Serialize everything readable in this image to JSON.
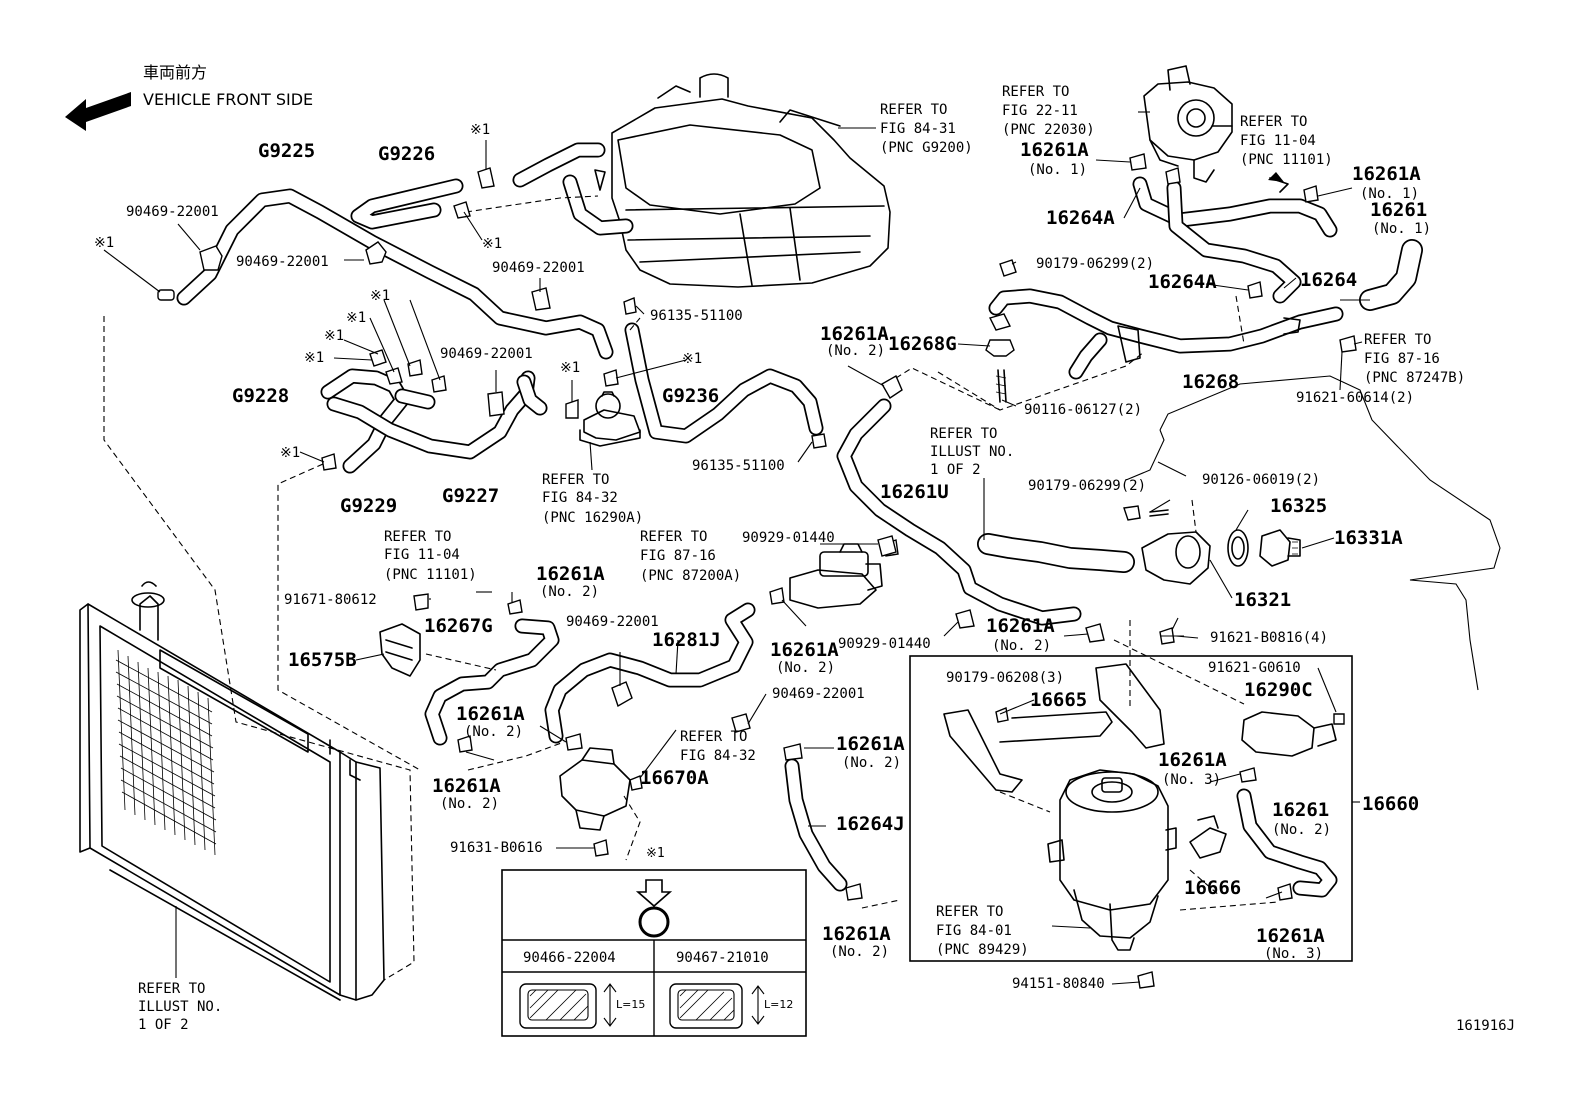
{
  "header": {
    "orientation_jp": "車両前方",
    "orientation_en": "VEHICLE FRONT SIDE"
  },
  "figure_id": "161916J",
  "callouts": [
    {
      "id": "g9225",
      "text": "G9225",
      "style": "b"
    },
    {
      "id": "g9226",
      "text": "G9226",
      "style": "b"
    },
    {
      "id": "g9228",
      "text": "G9228",
      "style": "b"
    },
    {
      "id": "g9229",
      "text": "G9229",
      "style": "b"
    },
    {
      "id": "g9227",
      "text": "G9227",
      "style": "b"
    },
    {
      "id": "g9236",
      "text": "G9236",
      "style": "b"
    },
    {
      "id": "p90469-1",
      "text": "90469-22001",
      "style": "n"
    },
    {
      "id": "p90469-2",
      "text": "90469-22001",
      "style": "n"
    },
    {
      "id": "p90469-3",
      "text": "90469-22001",
      "style": "n"
    },
    {
      "id": "p90469-4",
      "text": "90469-22001",
      "style": "n"
    },
    {
      "id": "p90469-5",
      "text": "90469-22001",
      "style": "n"
    },
    {
      "id": "p90469-6",
      "text": "90469-22001",
      "style": "n"
    },
    {
      "id": "mark1-a",
      "text": "※1",
      "style": "n"
    },
    {
      "id": "mark1-b",
      "text": "※1",
      "style": "n"
    },
    {
      "id": "mark1-c",
      "text": "※1",
      "style": "n"
    },
    {
      "id": "mark1-d",
      "text": "※1",
      "style": "n"
    },
    {
      "id": "mark1-e",
      "text": "※1",
      "style": "n"
    },
    {
      "id": "mark1-f",
      "text": "※1",
      "style": "n"
    },
    {
      "id": "mark1-g",
      "text": "※1",
      "style": "n"
    },
    {
      "id": "mark1-h",
      "text": "※1",
      "style": "n"
    },
    {
      "id": "mark1-i",
      "text": "※1",
      "style": "n"
    },
    {
      "id": "mark1-j",
      "text": "※1",
      "style": "n"
    },
    {
      "id": "mark1-k",
      "text": "※1",
      "style": "n"
    },
    {
      "id": "p96135-1",
      "text": "96135-51100",
      "style": "n"
    },
    {
      "id": "p96135-2",
      "text": "96135-51100",
      "style": "n"
    },
    {
      "id": "ref84-31-a",
      "text": "REFER TO",
      "style": "n"
    },
    {
      "id": "ref84-31-b",
      "text": "FIG 84-31",
      "style": "n"
    },
    {
      "id": "ref84-31-c",
      "text": "(PNC G9200)",
      "style": "n"
    },
    {
      "id": "ref22-11-a",
      "text": "REFER TO",
      "style": "n"
    },
    {
      "id": "ref22-11-b",
      "text": "FIG 22-11",
      "style": "n"
    },
    {
      "id": "ref22-11-c",
      "text": "(PNC 22030)",
      "style": "n"
    },
    {
      "id": "ref11-04r-a",
      "text": "REFER TO",
      "style": "n"
    },
    {
      "id": "ref11-04r-b",
      "text": "FIG 11-04",
      "style": "n"
    },
    {
      "id": "ref11-04r-c",
      "text": "(PNC 11101)",
      "style": "n"
    },
    {
      "id": "p16261a-tr1",
      "text": "16261A",
      "style": "b"
    },
    {
      "id": "p16261a-tr1-no",
      "text": "(No. 1)",
      "style": "n"
    },
    {
      "id": "p16261a-tr2",
      "text": "16261A",
      "style": "b"
    },
    {
      "id": "p16261a-tr2-no",
      "text": "(No. 1)",
      "style": "n"
    },
    {
      "id": "p16261-no1",
      "text": "16261",
      "style": "b"
    },
    {
      "id": "p16261-no1-no",
      "text": "(No. 1)",
      "style": "n"
    },
    {
      "id": "p16264a-1",
      "text": "16264A",
      "style": "b"
    },
    {
      "id": "p16264a-2",
      "text": "16264A",
      "style": "b"
    },
    {
      "id": "p16264",
      "text": "16264",
      "style": "b"
    },
    {
      "id": "p90179-1",
      "text": "90179-06299(2)",
      "style": "n"
    },
    {
      "id": "p90179-2",
      "text": "90179-06299(2)",
      "style": "n"
    },
    {
      "id": "p16268g",
      "text": "16268G",
      "style": "b"
    },
    {
      "id": "p16268",
      "text": "16268",
      "style": "b"
    },
    {
      "id": "p90116",
      "text": "90116-06127(2)",
      "style": "n"
    },
    {
      "id": "ref87-16r-a",
      "text": "REFER TO",
      "style": "n"
    },
    {
      "id": "ref87-16r-b",
      "text": "FIG 87-16",
      "style": "n"
    },
    {
      "id": "ref87-16r-c",
      "text": "(PNC 87247B)",
      "style": "n"
    },
    {
      "id": "p91621-60614",
      "text": "91621-60614(2)",
      "style": "n"
    },
    {
      "id": "p16261a-m",
      "text": "16261A",
      "style": "b"
    },
    {
      "id": "p16261a-m-no",
      "text": "(No. 2)",
      "style": "n"
    },
    {
      "id": "refill-r-a",
      "text": "REFER TO",
      "style": "n"
    },
    {
      "id": "refill-r-b",
      "text": "ILLUST NO.",
      "style": "n"
    },
    {
      "id": "refill-r-c",
      "text": "1 OF 2",
      "style": "n"
    },
    {
      "id": "p16261u",
      "text": "16261U",
      "style": "b"
    },
    {
      "id": "p90126",
      "text": "90126-06019(2)",
      "style": "n"
    },
    {
      "id": "p16325",
      "text": "16325",
      "style": "b"
    },
    {
      "id": "p16331a",
      "text": "16331A",
      "style": "b"
    },
    {
      "id": "p16321",
      "text": "16321",
      "style": "b"
    },
    {
      "id": "ref84-32a-a",
      "text": "REFER TO",
      "style": "n"
    },
    {
      "id": "ref84-32a-b",
      "text": "FIG 84-32",
      "style": "n"
    },
    {
      "id": "ref84-32a-c",
      "text": "(PNC 16290A)",
      "style": "n"
    },
    {
      "id": "ref11-04l-a",
      "text": "REFER TO",
      "style": "n"
    },
    {
      "id": "ref11-04l-b",
      "text": "FIG 11-04",
      "style": "n"
    },
    {
      "id": "ref11-04l-c",
      "text": "(PNC 11101)",
      "style": "n"
    },
    {
      "id": "p16261a-l1",
      "text": "16261A",
      "style": "b"
    },
    {
      "id": "p16261a-l1-no",
      "text": "(No. 2)",
      "style": "n"
    },
    {
      "id": "p91671",
      "text": "91671-80612",
      "style": "n"
    },
    {
      "id": "p16267g",
      "text": "16267G",
      "style": "b"
    },
    {
      "id": "p16575b",
      "text": "16575B",
      "style": "b"
    },
    {
      "id": "ref87-16m-a",
      "text": "REFER TO",
      "style": "n"
    },
    {
      "id": "ref87-16m-b",
      "text": "FIG 87-16",
      "style": "n"
    },
    {
      "id": "ref87-16m-c",
      "text": "(PNC 87200A)",
      "style": "n"
    },
    {
      "id": "p90929-1",
      "text": "90929-01440",
      "style": "n"
    },
    {
      "id": "p90929-2",
      "text": "90929-01440",
      "style": "n"
    },
    {
      "id": "p16281j",
      "text": "16281J",
      "style": "b"
    },
    {
      "id": "p16261a-c1",
      "text": "16261A",
      "style": "b"
    },
    {
      "id": "p16261a-c1-no",
      "text": "(No. 2)",
      "style": "n"
    },
    {
      "id": "p16261a-r1",
      "text": "16261A",
      "style": "b"
    },
    {
      "id": "p16261a-r1-no",
      "text": "(No. 2)",
      "style": "n"
    },
    {
      "id": "p91621-b0816",
      "text": "91621-B0816(4)",
      "style": "n"
    },
    {
      "id": "p16261a-l2",
      "text": "16261A",
      "style": "b"
    },
    {
      "id": "p16261a-l2-no",
      "text": "(No. 2)",
      "style": "n"
    },
    {
      "id": "p16261a-l3",
      "text": "16261A",
      "style": "b"
    },
    {
      "id": "p16261a-l3-no",
      "text": "(No. 2)",
      "style": "n"
    },
    {
      "id": "ref84-32b-a",
      "text": "REFER TO",
      "style": "n"
    },
    {
      "id": "ref84-32b-b",
      "text": "FIG 84-32",
      "style": "n"
    },
    {
      "id": "p16670a",
      "text": "16670A",
      "style": "b"
    },
    {
      "id": "p16261a-c2",
      "text": "16261A",
      "style": "b"
    },
    {
      "id": "p16261a-c2-no",
      "text": "(No. 2)",
      "style": "n"
    },
    {
      "id": "p16264j",
      "text": "16264J",
      "style": "b"
    },
    {
      "id": "p91631",
      "text": "91631-B0616",
      "style": "n"
    },
    {
      "id": "p16261a-c3",
      "text": "16261A",
      "style": "b"
    },
    {
      "id": "p16261a-c3-no",
      "text": "(No. 2)",
      "style": "n"
    },
    {
      "id": "p90179-06208",
      "text": "90179-06208(3)",
      "style": "n"
    },
    {
      "id": "p16665",
      "text": "16665",
      "style": "b"
    },
    {
      "id": "p91621-g0610",
      "text": "91621-G0610",
      "style": "n"
    },
    {
      "id": "p16290c",
      "text": "16290C",
      "style": "b"
    },
    {
      "id": "p16261a-b1",
      "text": "16261A",
      "style": "b"
    },
    {
      "id": "p16261a-b1-no",
      "text": "(No. 3)",
      "style": "n"
    },
    {
      "id": "p16261-no2",
      "text": "16261",
      "style": "b"
    },
    {
      "id": "p16261-no2-no",
      "text": "(No. 2)",
      "style": "n"
    },
    {
      "id": "p16660",
      "text": "16660",
      "style": "b"
    },
    {
      "id": "p16666",
      "text": "16666",
      "style": "b"
    },
    {
      "id": "ref84-01-a",
      "text": "REFER TO",
      "style": "n"
    },
    {
      "id": "ref84-01-b",
      "text": "FIG 84-01",
      "style": "n"
    },
    {
      "id": "ref84-01-c",
      "text": "(PNC 89429)",
      "style": "n"
    },
    {
      "id": "p16261a-b2",
      "text": "16261A",
      "style": "b"
    },
    {
      "id": "p16261a-b2-no",
      "text": "(No. 3)",
      "style": "n"
    },
    {
      "id": "p94151",
      "text": "94151-80840",
      "style": "n"
    },
    {
      "id": "refill-l-a",
      "text": "REFER TO",
      "style": "n"
    },
    {
      "id": "refill-l-b",
      "text": "ILLUST NO.",
      "style": "n"
    },
    {
      "id": "refill-l-c",
      "text": "1 OF 2",
      "style": "n"
    }
  ],
  "legend": {
    "mark": "※1",
    "left_part": "90466-22004",
    "right_part": "90467-21010",
    "left_length": "L=15",
    "right_length": "L=12"
  }
}
